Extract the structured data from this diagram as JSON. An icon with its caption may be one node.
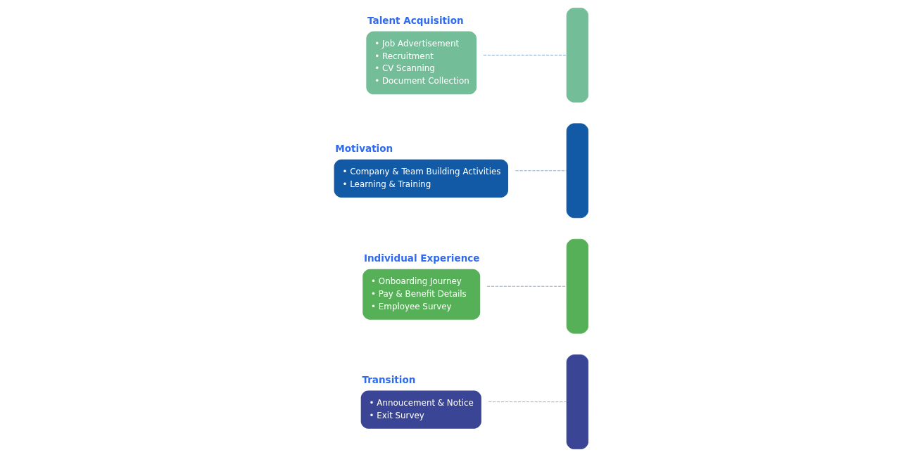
{
  "diagram": {
    "nodes": [
      {
        "text": [
          "Talent Acquisition",
          "• Job Advertisement",
          "• Recruitment",
          "• CV Scanning",
          "• Document Collection"
        ]
      },
      {
        "text": [
          "Motivation",
          "• Company & Team Building Activities",
          "• Learning & Training"
        ]
      },
      {
        "text": [],
        "shape": "bar"
      },
      {
        "text": [],
        "shape": "bar"
      },
      {
        "text": [],
        "shape": "bar"
      },
      {
        "text": [],
        "shape": "bar"
      },
      {
        "text": [
          "Individual Experience",
          "• Onboarding Journey",
          "• Pay & Benefit Details",
          "• Employee Survey"
        ]
      },
      {
        "text": [
          "Transition",
          "• Annoucement & Notice",
          "• Exit Survey"
        ]
      }
    ],
    "edges": [
      {
        "from": 0,
        "to": 2,
        "arrow": "none",
        "style": "dashed"
      },
      {
        "from": 1,
        "to": 3,
        "arrow": "none",
        "style": "dashed"
      },
      {
        "from": 6,
        "to": 4,
        "arrow": "none",
        "style": "dashed"
      },
      {
        "from": 7,
        "to": 5,
        "arrow": "none",
        "style": "dashed"
      }
    ]
  }
}
